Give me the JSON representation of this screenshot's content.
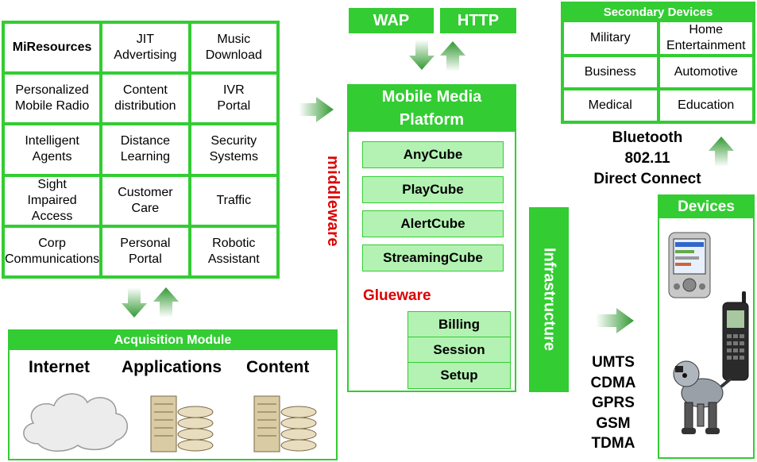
{
  "services": [
    [
      "MiResources",
      "JIT\nAdvertising",
      "Music\nDownload"
    ],
    [
      "Personalized\nMobile Radio",
      "Content\ndistribution",
      "IVR\nPortal"
    ],
    [
      "Intelligent\nAgents",
      "Distance\nLearning",
      "Security\nSystems"
    ],
    [
      "Sight\nImpaired\nAccess",
      "Customer\nCare",
      "Traffic"
    ],
    [
      "Corp\nCommunications",
      "Personal\nPortal",
      "Robotic\nAssistant"
    ]
  ],
  "acquisition": {
    "title": "Acquisition Module",
    "sources": [
      "Internet",
      "Applications",
      "Content"
    ]
  },
  "protocols": [
    "WAP",
    "HTTP"
  ],
  "middleware_label": "middleware",
  "platform": {
    "title": "Mobile Media\nPlatform",
    "cubes": [
      "AnyCube",
      "PlayCube",
      "AlertCube",
      "StreamingCube"
    ],
    "glueware_label": "Glueware",
    "glue_items": [
      "Billing",
      "Session",
      "Setup"
    ]
  },
  "infrastructure_label": "Infrastructure",
  "secondary": {
    "title": "Secondary Devices",
    "items": [
      "Military",
      "Home\nEntertainment",
      "Business",
      "Automotive",
      "Medical",
      "Education"
    ]
  },
  "connectivity": "Bluetooth\n802.11\nDirect Connect",
  "devices_title": "Devices",
  "networks": "UMTS\nCDMA\nGPRS\nGSM\nTDMA",
  "colors": {
    "green": "#33cc33",
    "light_green": "#b3f2b3",
    "red": "#dd0000"
  }
}
